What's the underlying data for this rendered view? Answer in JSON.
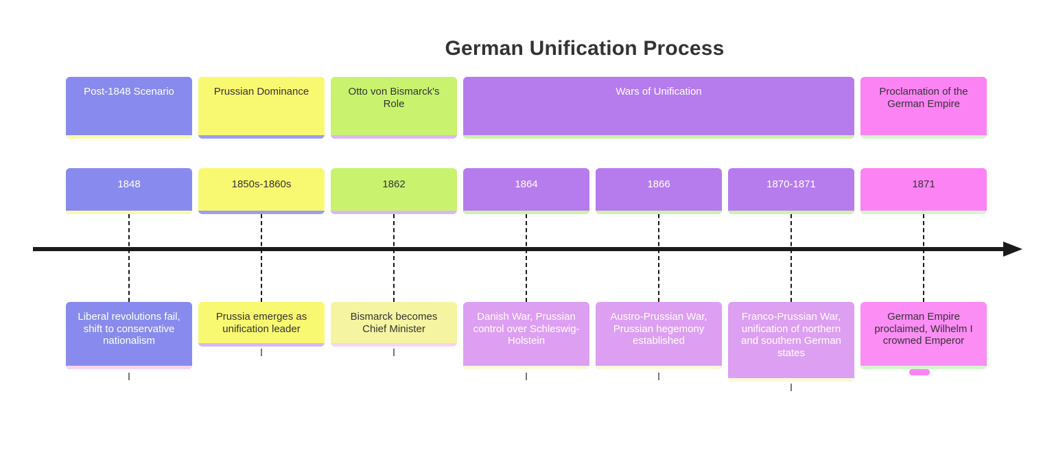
{
  "title": "German Unification Process",
  "colors": {
    "section_blue": "#888bed",
    "section_yellow": "#f9f871",
    "section_green": "#c9f36f",
    "section_purple": "#b67cee",
    "section_pink": "#fc83f4",
    "event_orchid": "#dd9ff2",
    "event_pale_yellow": "#f5f5a1",
    "text_dark": "#333333",
    "text_light": "#ffffff",
    "axis_black": "#1a1a1a"
  },
  "sections": [
    {
      "label": "Post-1848 Scenario"
    },
    {
      "label": "Prussian Dominance"
    },
    {
      "label": "Otto von Bismarck's Role"
    },
    {
      "label": "Wars of Unification"
    },
    {
      "label": "Proclamation of the German Empire"
    }
  ],
  "periods": [
    {
      "year": "1848",
      "description": "Liberal revolutions fail, shift to conservative nationalism"
    },
    {
      "year": "1850s-1860s",
      "description": "Prussia emerges as unification leader"
    },
    {
      "year": "1862",
      "description": "Bismarck becomes Chief Minister"
    },
    {
      "year": "1864",
      "description": "Danish War, Prussian control over Schleswig-Holstein"
    },
    {
      "year": "1866",
      "description": "Austro-Prussian War, Prussian hegemony established"
    },
    {
      "year": "1870-1871",
      "description": "Franco-Prussian War, unification of northern and southern German states"
    },
    {
      "year": "1871",
      "description": "German Empire proclaimed, Wilhelm I crowned Emperor"
    }
  ]
}
